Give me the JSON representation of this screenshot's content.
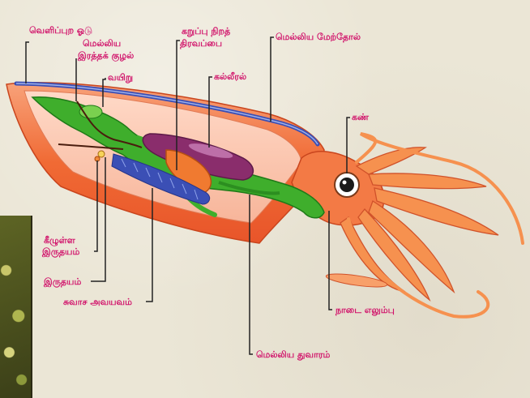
{
  "diagram": {
    "labels": {
      "outer_shell": "வெளிப்புற ஓடு",
      "thin_blood_vessel_line1": "மெல்லிய",
      "thin_blood_vessel_line2": "இரத்தக் குழல்",
      "stomach": "வயிறு",
      "ink_sac_line1": "கறுப்பு நிறத்",
      "ink_sac_line2": "திரவப்பை",
      "liver": "கல்லீரல்",
      "thin_mantle": "மெல்லிய மேற்தோல்",
      "eye": "கண்",
      "lower_heart_line1": "கீழுள்ள",
      "lower_heart_line2": "இருதயம்",
      "heart": "இருதயம்",
      "respiratory_organ": "சுவாச அவயவம்",
      "tentacle": "நாடை எலும்பு",
      "thin_opening": "மெல்லிய துவாரம்"
    },
    "colors": {
      "label": "#d1146b",
      "body": "#f0612a",
      "gut": "#3fae2c",
      "blue_organ": "#3b4fb5",
      "ink_sac": "#8a2d6c"
    }
  }
}
